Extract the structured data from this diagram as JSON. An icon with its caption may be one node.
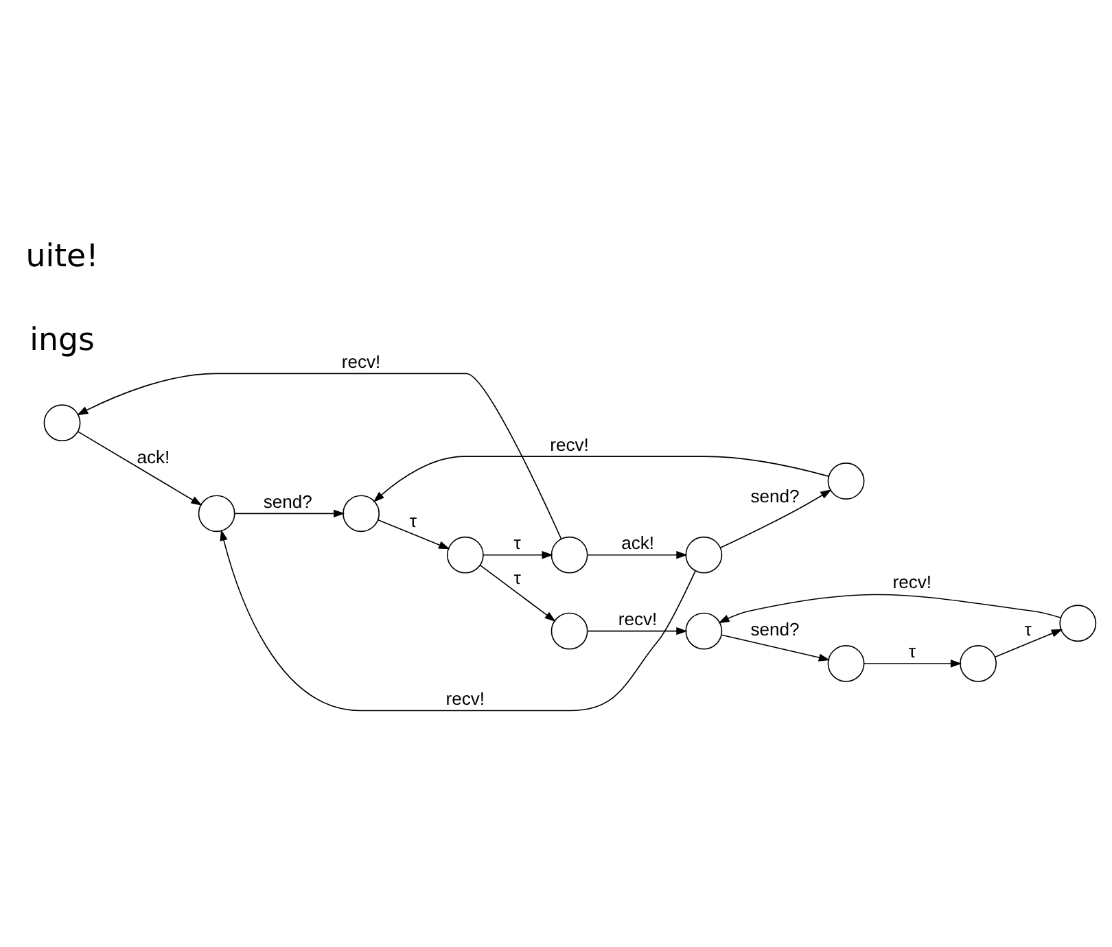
{
  "diagram": {
    "nodes": [
      {
        "text": [],
        "shape": "circle"
      },
      {
        "text": [],
        "shape": "circle"
      },
      {
        "text": [],
        "shape": "circle"
      },
      {
        "text": [],
        "shape": "circle"
      },
      {
        "text": [],
        "shape": "circle"
      },
      {
        "text": [],
        "shape": "circle"
      },
      {
        "text": [],
        "shape": "circle"
      },
      {
        "text": [],
        "shape": "circle"
      },
      {
        "text": [],
        "shape": "circle"
      },
      {
        "text": [],
        "shape": "circle"
      },
      {
        "text": [],
        "shape": "circle"
      },
      {
        "text": [],
        "shape": "circle"
      }
    ],
    "edges": [
      {
        "from": 0,
        "to": 3,
        "arrow": "to",
        "label": "ack!"
      },
      {
        "from": 1,
        "to": 3,
        "arrow": "to",
        "label": "recv!"
      },
      {
        "from": 1,
        "to": 2,
        "arrow": "to",
        "label": "send?"
      },
      {
        "from": 2,
        "to": 4,
        "arrow": "to",
        "label": "recv!"
      },
      {
        "from": 3,
        "to": 4,
        "arrow": "to",
        "label": "send?"
      },
      {
        "from": 4,
        "to": 5,
        "arrow": "to",
        "label": "τ"
      },
      {
        "from": 5,
        "to": 6,
        "arrow": "to",
        "label": "τ"
      },
      {
        "from": 6,
        "to": 1,
        "arrow": "to",
        "label": "ack!"
      },
      {
        "from": 6,
        "to": 0,
        "arrow": "to",
        "label": "recv!"
      },
      {
        "from": 5,
        "to": 7,
        "arrow": "to",
        "label": "τ"
      },
      {
        "from": 7,
        "to": 8,
        "arrow": "to",
        "label": "recv!"
      },
      {
        "from": 8,
        "to": 11,
        "arrow": "to",
        "label": "send?"
      },
      {
        "from": 11,
        "to": 10,
        "arrow": "to",
        "label": "τ"
      },
      {
        "from": 10,
        "to": 9,
        "arrow": "to",
        "label": "τ"
      },
      {
        "from": 9,
        "to": 8,
        "arrow": "to",
        "label": "recv!"
      }
    ],
    "labels": [
      "ings",
      "uite!"
    ]
  }
}
